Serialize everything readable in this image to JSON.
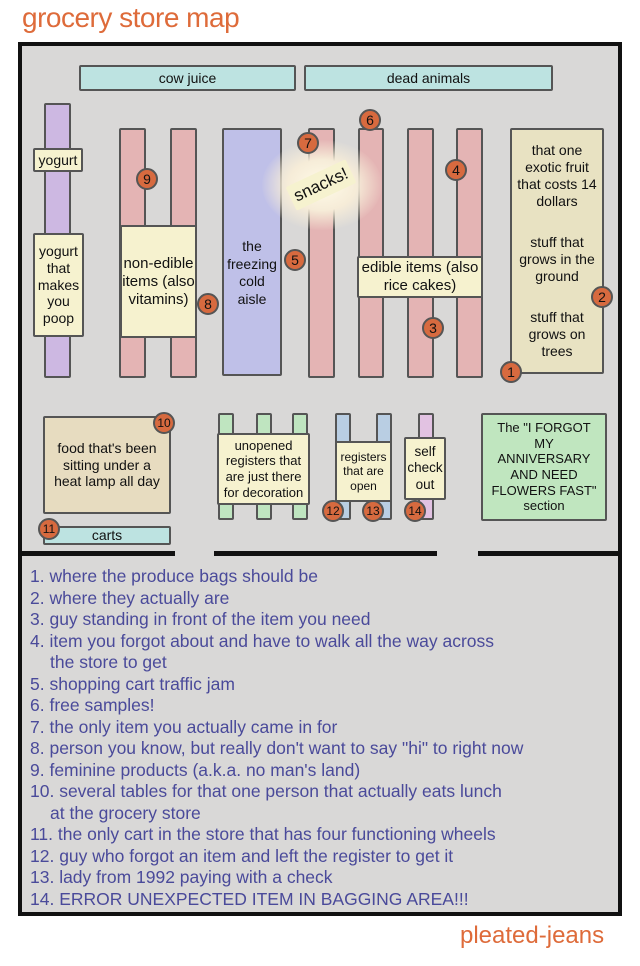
{
  "title": "grocery store map",
  "footer": "pleated-jeans",
  "map": {
    "cow_juice": "cow juice",
    "dead_animals": "dead animals",
    "yogurt": "yogurt",
    "yogurt_poop": "yogurt that makes you poop",
    "non_edible": "non-edible items (also vitamins)",
    "freezing": "the freezing cold aisle",
    "snacks": "snacks!",
    "edible": "edible items (also rice cakes)",
    "produce_1": "that one exotic fruit that costs 14 dollars",
    "produce_2": "stuff that grows in the ground",
    "produce_3": "stuff that grows on trees",
    "heat_lamp": "food that's been sitting under a heat lamp all day",
    "carts": "carts",
    "unopened": "unopened registers that are just there for decoration",
    "open": "registers that are open",
    "self_check": "self check out",
    "flowers": "The \"I FORGOT MY ANNIVERSARY AND NEED FLOWERS FAST\" section"
  },
  "badges": [
    "1",
    "2",
    "3",
    "4",
    "5",
    "6",
    "7",
    "8",
    "9",
    "10",
    "11",
    "12",
    "13",
    "14"
  ],
  "legend": [
    "1. where the produce bags should be",
    "2. where they actually are",
    "3. guy standing in front of the item you need",
    "4. item you forgot about and have to walk all the way across",
    "the store to get",
    "5. shopping cart traffic jam",
    "6. free samples!",
    "7. the only item you actually came in for",
    "8. person you know, but really don't want to say \"hi\" to right now",
    "9. feminine products (a.k.a. no man's land)",
    "10. several tables for that one person that actually eats lunch",
    "at the grocery store",
    "11. the only cart in the store that has four functioning wheels",
    "12. guy who forgot an item and left the register to get it",
    "13. lady from 1992 paying with a check",
    "14. ERROR UNEXPECTED ITEM IN BAGGING AREA!!!"
  ]
}
